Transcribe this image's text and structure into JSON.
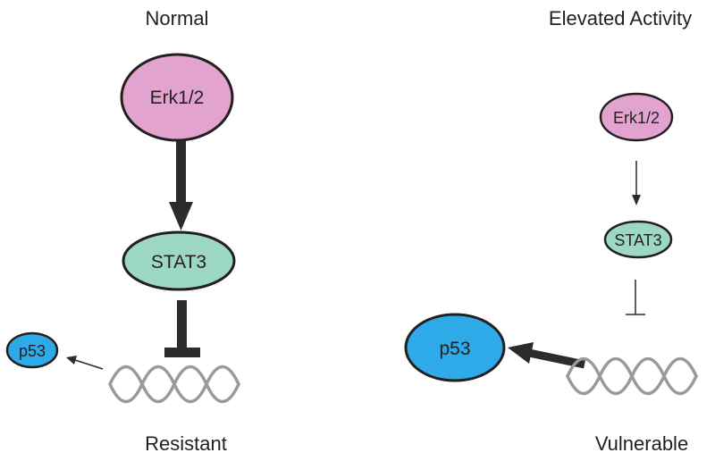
{
  "colors": {
    "erk": "#e3a3cf",
    "stat3": "#9cd8c5",
    "p53": "#2eaae8",
    "dna": "#9a9a9a",
    "edge": "#2b2b2b",
    "outline": "#231f20"
  },
  "panels": {
    "normal": {
      "heading": "Normal",
      "erk": "Erk1/2",
      "stat3": "STAT3",
      "p53": "p53",
      "caption": "Resistant"
    },
    "elevated": {
      "heading": "Elevated Activity",
      "erk": "Erk1/2",
      "stat3": "STAT3",
      "p53": "p53",
      "caption": "Vulnerable"
    }
  }
}
